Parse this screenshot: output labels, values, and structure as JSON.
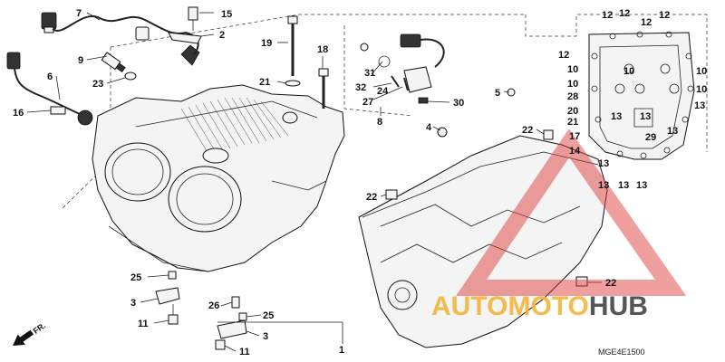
{
  "diagram": {
    "code": "MGE4E1500",
    "direction_label": "FR.",
    "watermark": {
      "part_a": "AUTO",
      "part_b": "MOTO",
      "part_c": "HUB",
      "color_a": "#f2b63a",
      "color_b": "#444444",
      "color_c": "#444444"
    },
    "callouts": {
      "c1": "1",
      "c2": "2",
      "c3a": "3",
      "c3b": "3",
      "c4": "4",
      "c5": "5",
      "c6": "6",
      "c7": "7",
      "c8": "8",
      "c9": "9",
      "c10a": "10",
      "c10b": "10",
      "c10c": "10",
      "c10d": "10",
      "c10e": "10",
      "c11a": "11",
      "c11b": "11",
      "c12a": "12",
      "c12b": "12",
      "c12c": "12",
      "c12d": "12",
      "c12e": "12",
      "c13a": "13",
      "c13b": "13",
      "c13c": "13",
      "c13d": "13",
      "c13e": "13",
      "c13f": "13",
      "c13g": "13",
      "c13h": "13",
      "c14": "14",
      "c15": "15",
      "c16": "16",
      "c17": "17",
      "c18": "18",
      "c19": "19",
      "c20": "20",
      "c21a": "21",
      "c21b": "21",
      "c22a": "22",
      "c22b": "22",
      "c22c": "22",
      "c23": "23",
      "c24": "24",
      "c25a": "25",
      "c25b": "25",
      "c26": "26",
      "c27": "27",
      "c28": "28",
      "c29": "29",
      "c30": "30",
      "c31": "31",
      "c32": "32"
    }
  }
}
